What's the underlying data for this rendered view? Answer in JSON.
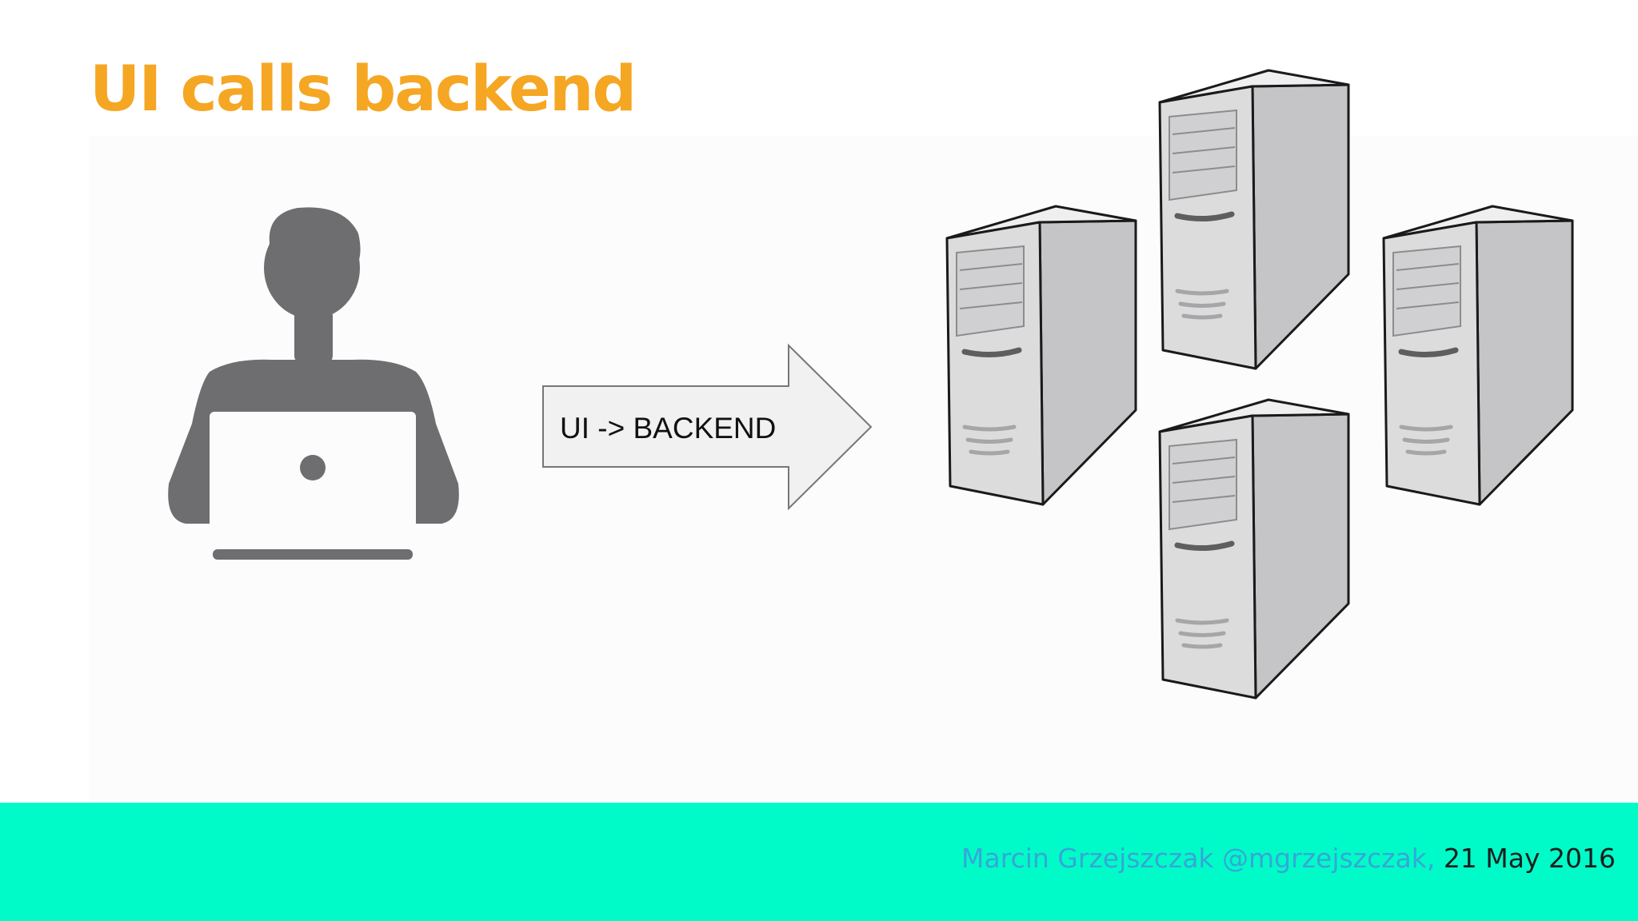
{
  "slide": {
    "title": "UI calls backend"
  },
  "diagram": {
    "arrow_label": "UI -> BACKEND",
    "user_icon": "person-with-laptop-icon",
    "server_icon": "server-tower-icon",
    "server_count": 4
  },
  "footer": {
    "author": "Marcin Grzejszczak @mgrzejszczak",
    "separator": ",",
    "date": "21 May 2016"
  },
  "colors": {
    "title": "#f5a623",
    "footer_background": "#00fbc8",
    "author_link": "#35a7d8",
    "date_text": "#1d1d1d",
    "user_icon": "#6e6d6f",
    "server_body": "#dcdcdd"
  }
}
